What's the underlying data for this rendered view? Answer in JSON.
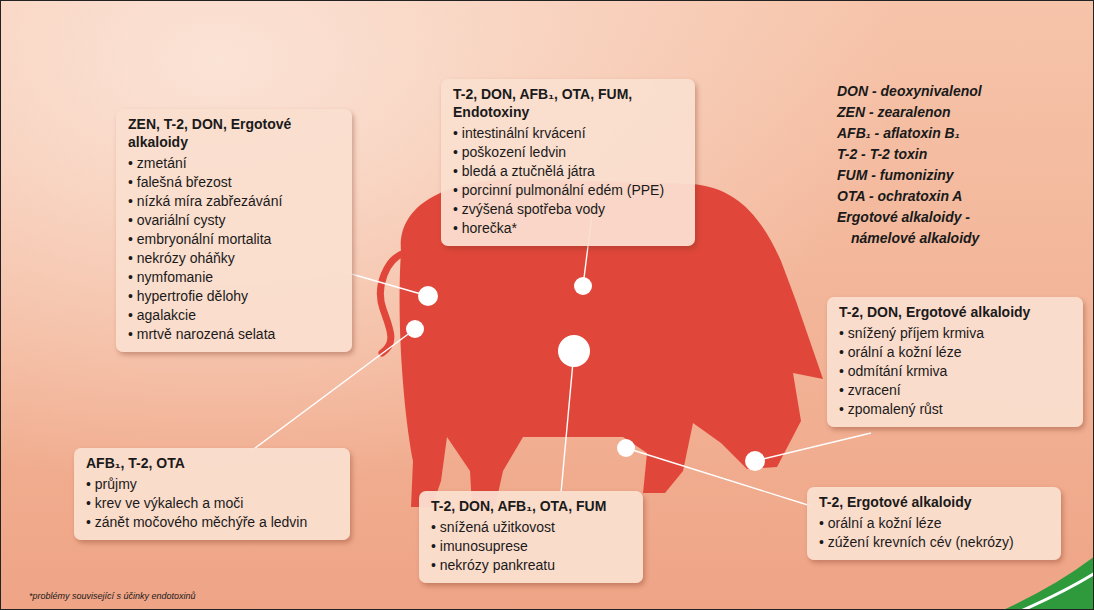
{
  "diagram": {
    "nodes": [
      {
        "text": [
          "ZEN, T-2, DON, Ergotové alkaloidy",
          "• zmetání",
          "• falešná březost",
          "• nízká míra zabřezávání",
          "• ovariální cysty",
          "• embryonální mortalita",
          "• nekrózy oháňky",
          "• nymfomanie",
          "• hypertrofie dělohy",
          "• agalakcie",
          "• mrtvě narozená selata"
        ]
      },
      {
        "text": [
          "T-2, DON, AFB₁, OTA, FUM, Endotoxiny",
          "• intestinální krvácení",
          "• poškození ledvin",
          "• bledá a ztučnělá játra",
          "• porcinní pulmonální edém (PPE)",
          "• zvýšená spotřeba vody",
          "• horečka*"
        ]
      },
      {
        "text": [
          "T-2, DON, Ergotové alkaloidy",
          "• snížený příjem krmiva",
          "• orální a kožní léze",
          "• odmítání krmiva",
          "• zvracení",
          "• zpomalený růst"
        ]
      },
      {
        "text": [
          "AFB₁, T-2, OTA",
          "• průjmy",
          "• krev ve výkalech a moči",
          "• zánět močového měchýře a ledvin"
        ]
      },
      {
        "text": [
          "T-2, DON, AFB₁, OTA, FUM",
          "• snížená užitkovost",
          "• imunosuprese",
          "• nekrózy pankreatu"
        ]
      },
      {
        "text": [
          "T-2, Ergotové alkaloidy",
          "• orální a kožní léze",
          "• zúžení krevních cév (nekrózy)"
        ]
      }
    ],
    "labels": [
      "DON - deoxynivalenol",
      "ZEN - zearalenon",
      "AFB₁ - aflatoxin B₁",
      "T-2 - T-2 toxin",
      "FUM - fumoniziny",
      "OTA - ochratoxin A",
      "Ergotové alkaloidy - námelové alkaloidy",
      "*problémy související s účinky endotoxinů"
    ]
  }
}
